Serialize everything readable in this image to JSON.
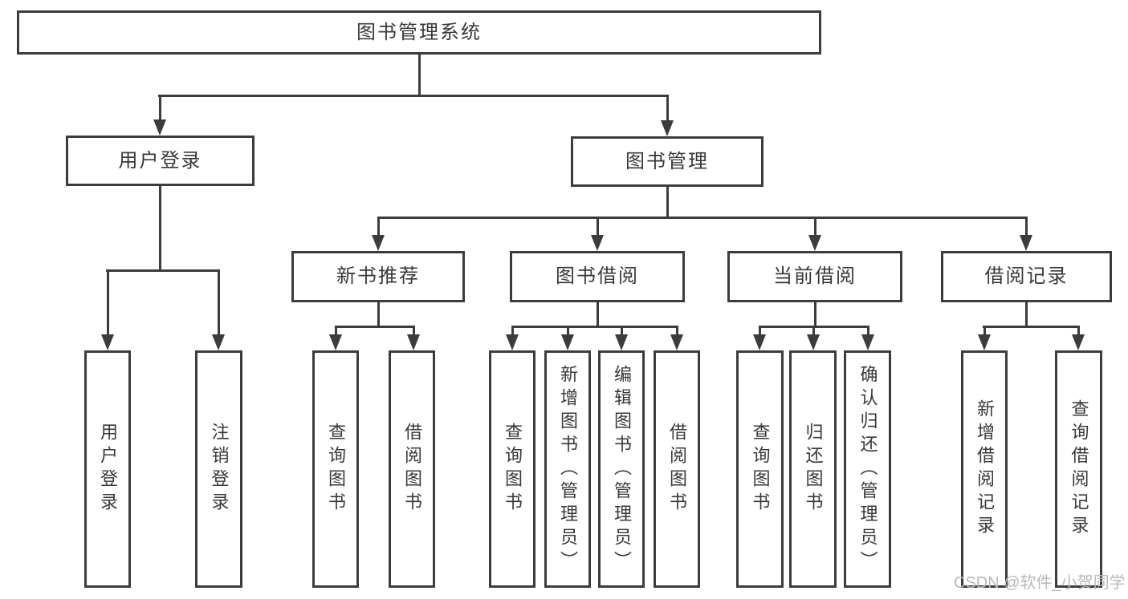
{
  "diagram": {
    "title": "图书管理系统",
    "branches": [
      {
        "label": "用户登录",
        "children": [
          {
            "label": "用户登录"
          },
          {
            "label": "注销登录"
          }
        ]
      },
      {
        "label": "图书管理",
        "children": [
          {
            "label": "新书推荐",
            "children": [
              {
                "label": "查询图书"
              },
              {
                "label": "借阅图书"
              }
            ]
          },
          {
            "label": "图书借阅",
            "children": [
              {
                "label": "查询图书"
              },
              {
                "label": "新增图书（管理员）"
              },
              {
                "label": "编辑图书（管理员）"
              },
              {
                "label": "借阅图书"
              }
            ]
          },
          {
            "label": "当前借阅",
            "children": [
              {
                "label": "查询图书"
              },
              {
                "label": "归还图书"
              },
              {
                "label": "确认归还（管理员）"
              }
            ]
          },
          {
            "label": "借阅记录",
            "children": [
              {
                "label": "新增借阅记录"
              },
              {
                "label": "查询借阅记录"
              }
            ]
          }
        ]
      }
    ]
  },
  "watermark": {
    "text": "CSDN @软件_小贺同学"
  },
  "colors": {
    "line": "#3c3c3c",
    "text": "#383838",
    "watermark": "#b9b9b9",
    "background": "#ffffff"
  }
}
